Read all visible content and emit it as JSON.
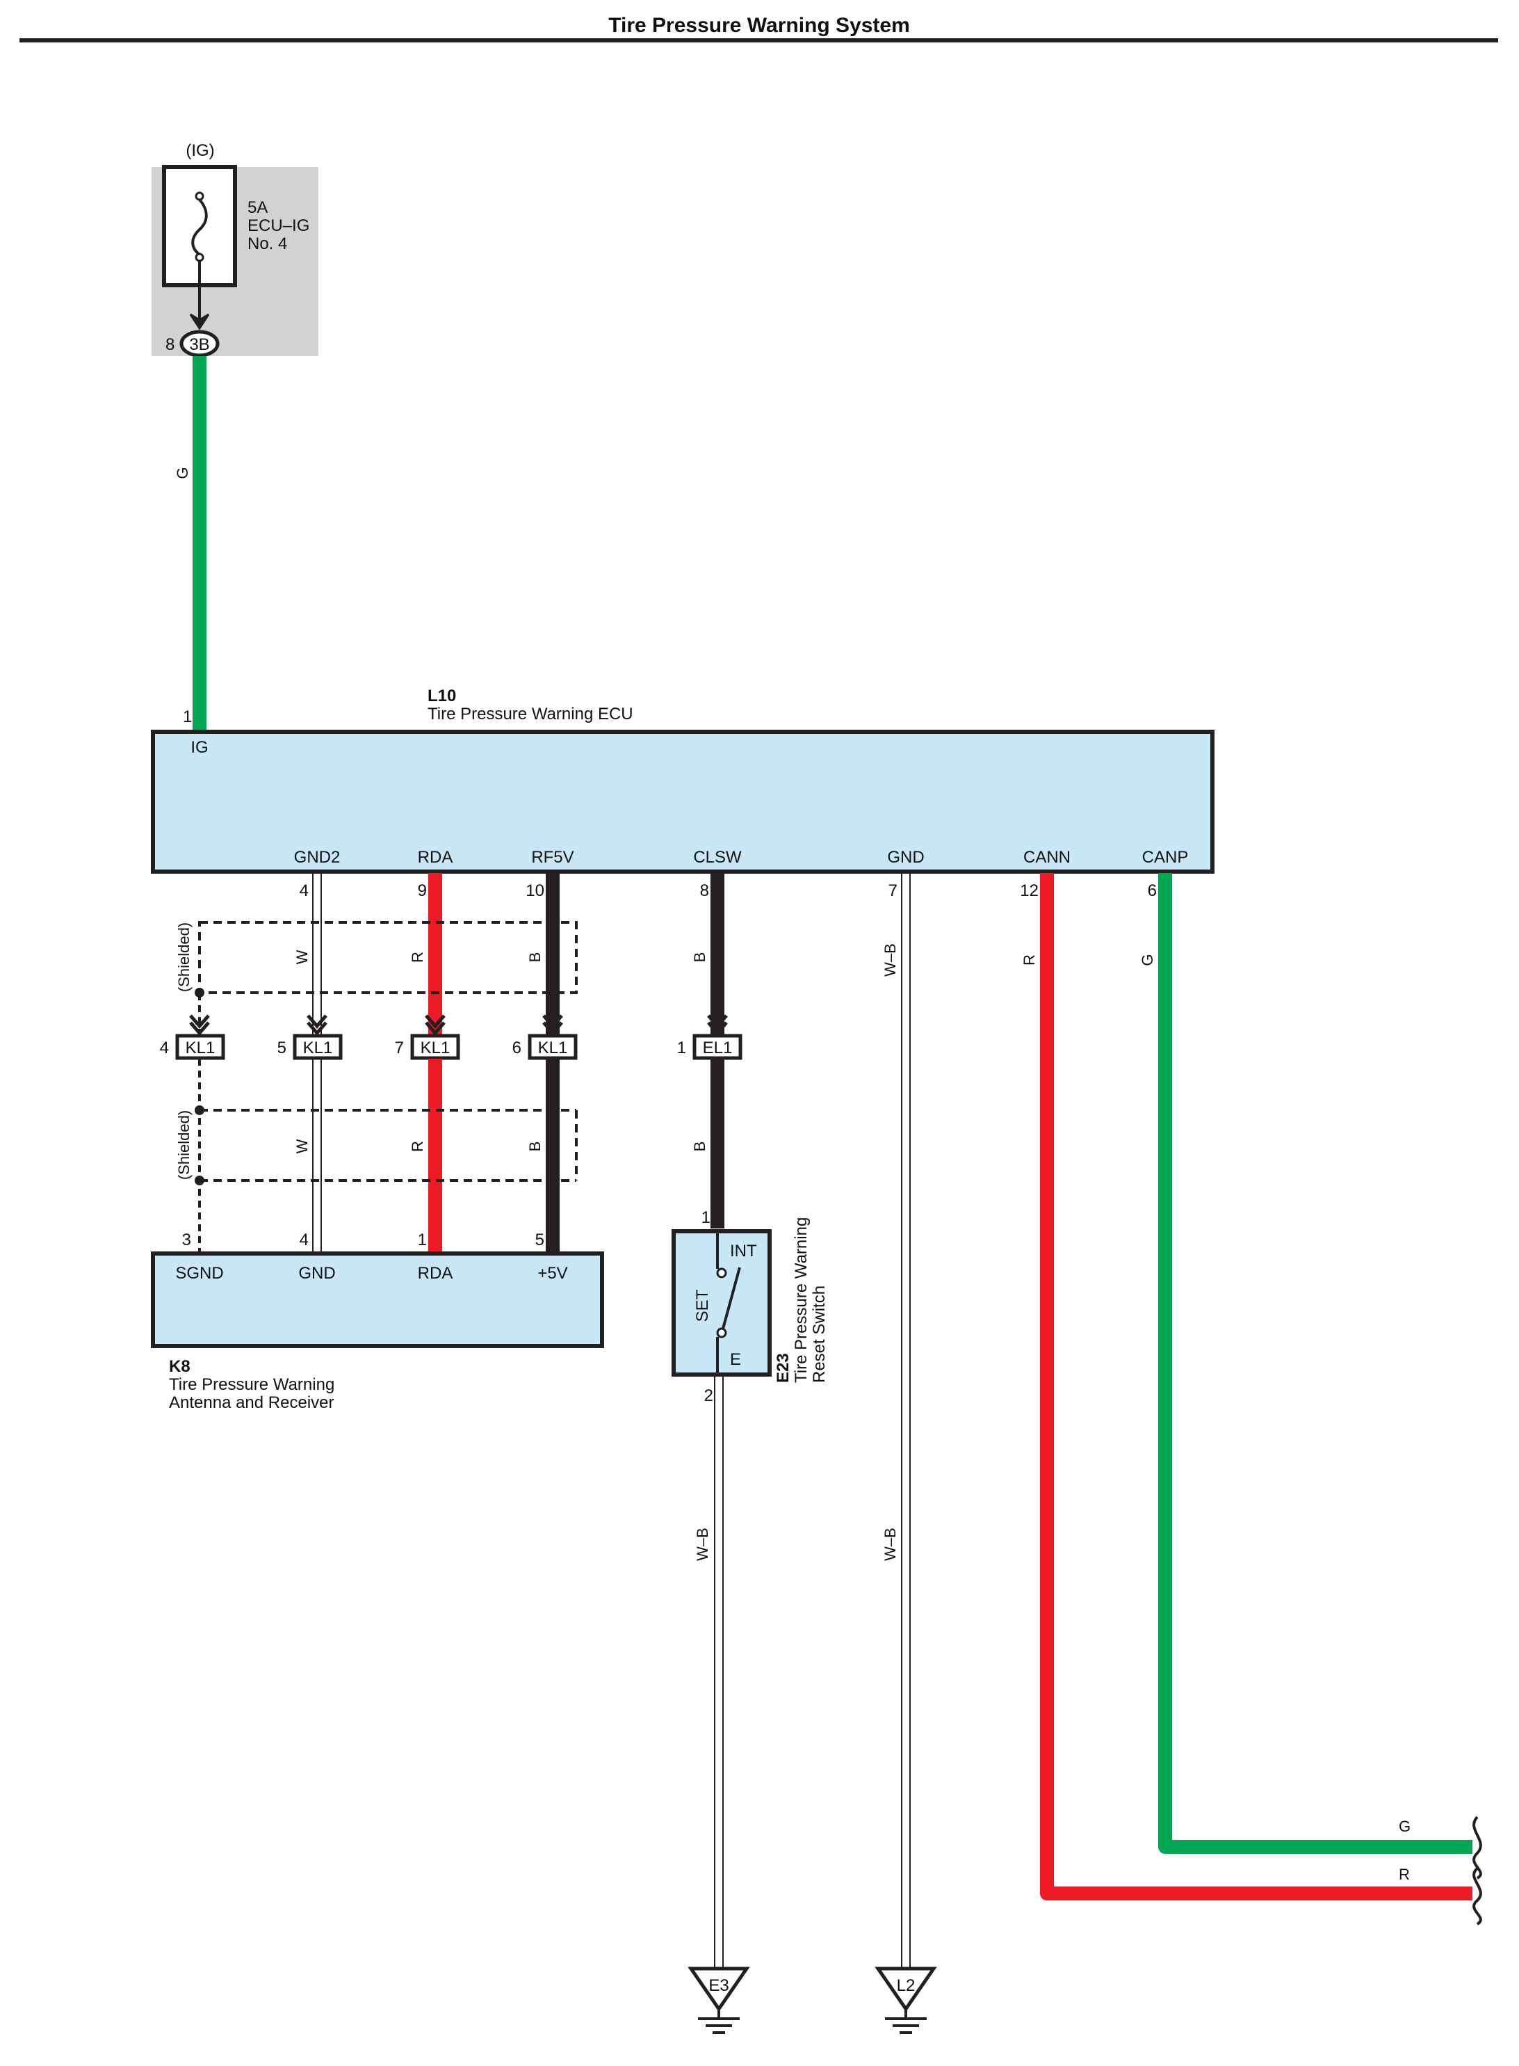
{
  "title": "Tire Pressure Warning System",
  "fuse": {
    "supply": "(IG)",
    "rating": "5A",
    "name": "ECU–IG",
    "number": "No. 4",
    "pin": "8",
    "connector": "3B"
  },
  "ecu": {
    "code": "L10",
    "name": "Tire Pressure Warning ECU",
    "ig_pin": "1",
    "ig_label": "IG",
    "terminals": [
      {
        "label": "GND2",
        "pin": "4"
      },
      {
        "label": "RDA",
        "pin": "9"
      },
      {
        "label": "RF5V",
        "pin": "10"
      },
      {
        "label": "CLSW",
        "pin": "8"
      },
      {
        "label": "GND",
        "pin": "7"
      },
      {
        "label": "CANN",
        "pin": "12"
      },
      {
        "label": "CANP",
        "pin": "6"
      }
    ]
  },
  "shielded_label": "(Shielded)",
  "connectors": [
    {
      "pin": "4",
      "name": "KL1"
    },
    {
      "pin": "5",
      "name": "KL1"
    },
    {
      "pin": "7",
      "name": "KL1"
    },
    {
      "pin": "6",
      "name": "KL1"
    },
    {
      "pin": "1",
      "name": "EL1"
    }
  ],
  "receiver": {
    "code": "K8",
    "name_line1": "Tire Pressure Warning",
    "name_line2": "Antenna and Receiver",
    "terminals": [
      {
        "label": "SGND",
        "pin": "3"
      },
      {
        "label": "GND",
        "pin": "4"
      },
      {
        "label": "RDA",
        "pin": "1"
      },
      {
        "label": "+5V",
        "pin": "5"
      }
    ]
  },
  "reset_switch": {
    "code": "E23",
    "name_line1": "Tire Pressure Warning",
    "name_line2": "Reset Switch",
    "pin_top": "1",
    "pin_bottom": "2",
    "int_label": "INT",
    "e_label": "E",
    "set_label": "SET"
  },
  "wires": {
    "ig": "G",
    "gnd2_upper": "W",
    "rda_upper": "R",
    "rf5v_upper": "B",
    "clsw_upper": "B",
    "gnd": "W–B",
    "cann": "R",
    "canp": "G",
    "gnd2_lower": "W",
    "rda_lower": "R",
    "rf5v_lower": "B",
    "clsw_lower": "B",
    "switch_ground": "W–B",
    "gnd_lower": "W–B",
    "canp_out": "G",
    "cann_out": "R"
  },
  "grounds": [
    "E3",
    "L2"
  ],
  "colors": {
    "green": "#00A651",
    "red": "#ED1C24",
    "black": "#231F20",
    "component_fill": "#C8E8F8",
    "fuse_fill": "#D1D2D4"
  }
}
